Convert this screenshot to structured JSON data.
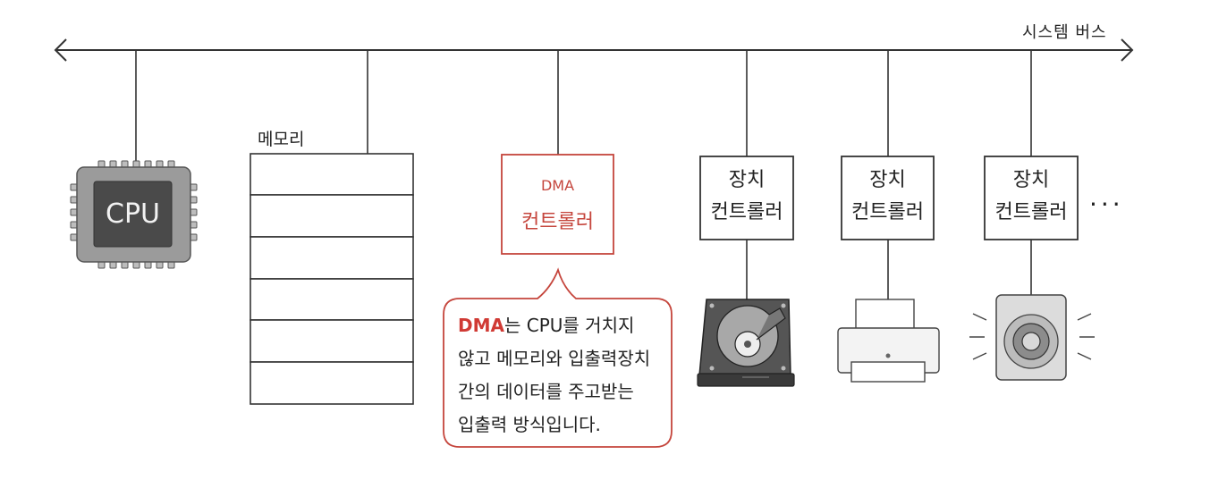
{
  "bus": {
    "label": "시스템 버스"
  },
  "cpu": {
    "label": "CPU"
  },
  "memory": {
    "label": "메모리"
  },
  "dma": {
    "line1": "DMA",
    "line2": "컨트롤러"
  },
  "devices": [
    {
      "line1": "장치",
      "line2": "컨트롤러",
      "icon": "hard-disk-icon"
    },
    {
      "line1": "장치",
      "line2": "컨트롤러",
      "icon": "printer-icon"
    },
    {
      "line1": "장치",
      "line2": "컨트롤러",
      "icon": "speaker-icon"
    }
  ],
  "ellipsis": "···",
  "callout": {
    "highlight": "DMA",
    "line1_rest": "는 CPU를 거치지",
    "line2": "않고 메모리와 입출력장치",
    "line3": "간의 데이터를 주고받는",
    "line4": "입출력 방식입니다."
  },
  "colors": {
    "accent": "#d03a34",
    "line": "#333333"
  }
}
